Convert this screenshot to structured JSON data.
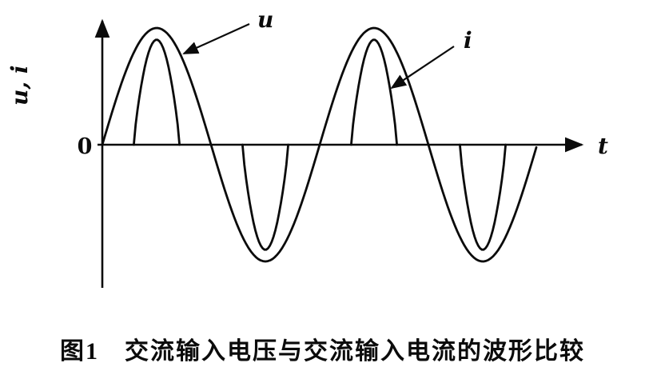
{
  "figure": {
    "caption": "图1　交流输入电压与交流输入电流的波形比较"
  },
  "chart_data": {
    "type": "line",
    "title": "",
    "xlabel": "t",
    "ylabel": "u, i",
    "origin_label": "0",
    "grid": false,
    "x_axis_arrow": true,
    "y_axis_arrow": true,
    "x_range_periods": [
      0,
      2
    ],
    "y_range_relative": [
      -1,
      1
    ],
    "series": [
      {
        "name": "u",
        "kind": "sine",
        "relative_amplitude": 1.0,
        "phase": 0,
        "cycles": 2,
        "description": "AC input voltage: sinusoid starting at origin, two full cycles"
      },
      {
        "name": "i",
        "kind": "pulse",
        "relative_amplitude": 0.9,
        "pulse_width_fraction": 0.21,
        "pulse_shape_exponent": 0.8,
        "pulse_centers_periods": [
          0.25,
          0.75,
          1.25,
          1.75
        ],
        "description": "AC input current: narrow pulses aligned with voltage peaks and troughs"
      }
    ],
    "annotations": [
      {
        "text": "u",
        "targets": "voltage-curve"
      },
      {
        "text": "i",
        "targets": "current-curve"
      }
    ]
  }
}
